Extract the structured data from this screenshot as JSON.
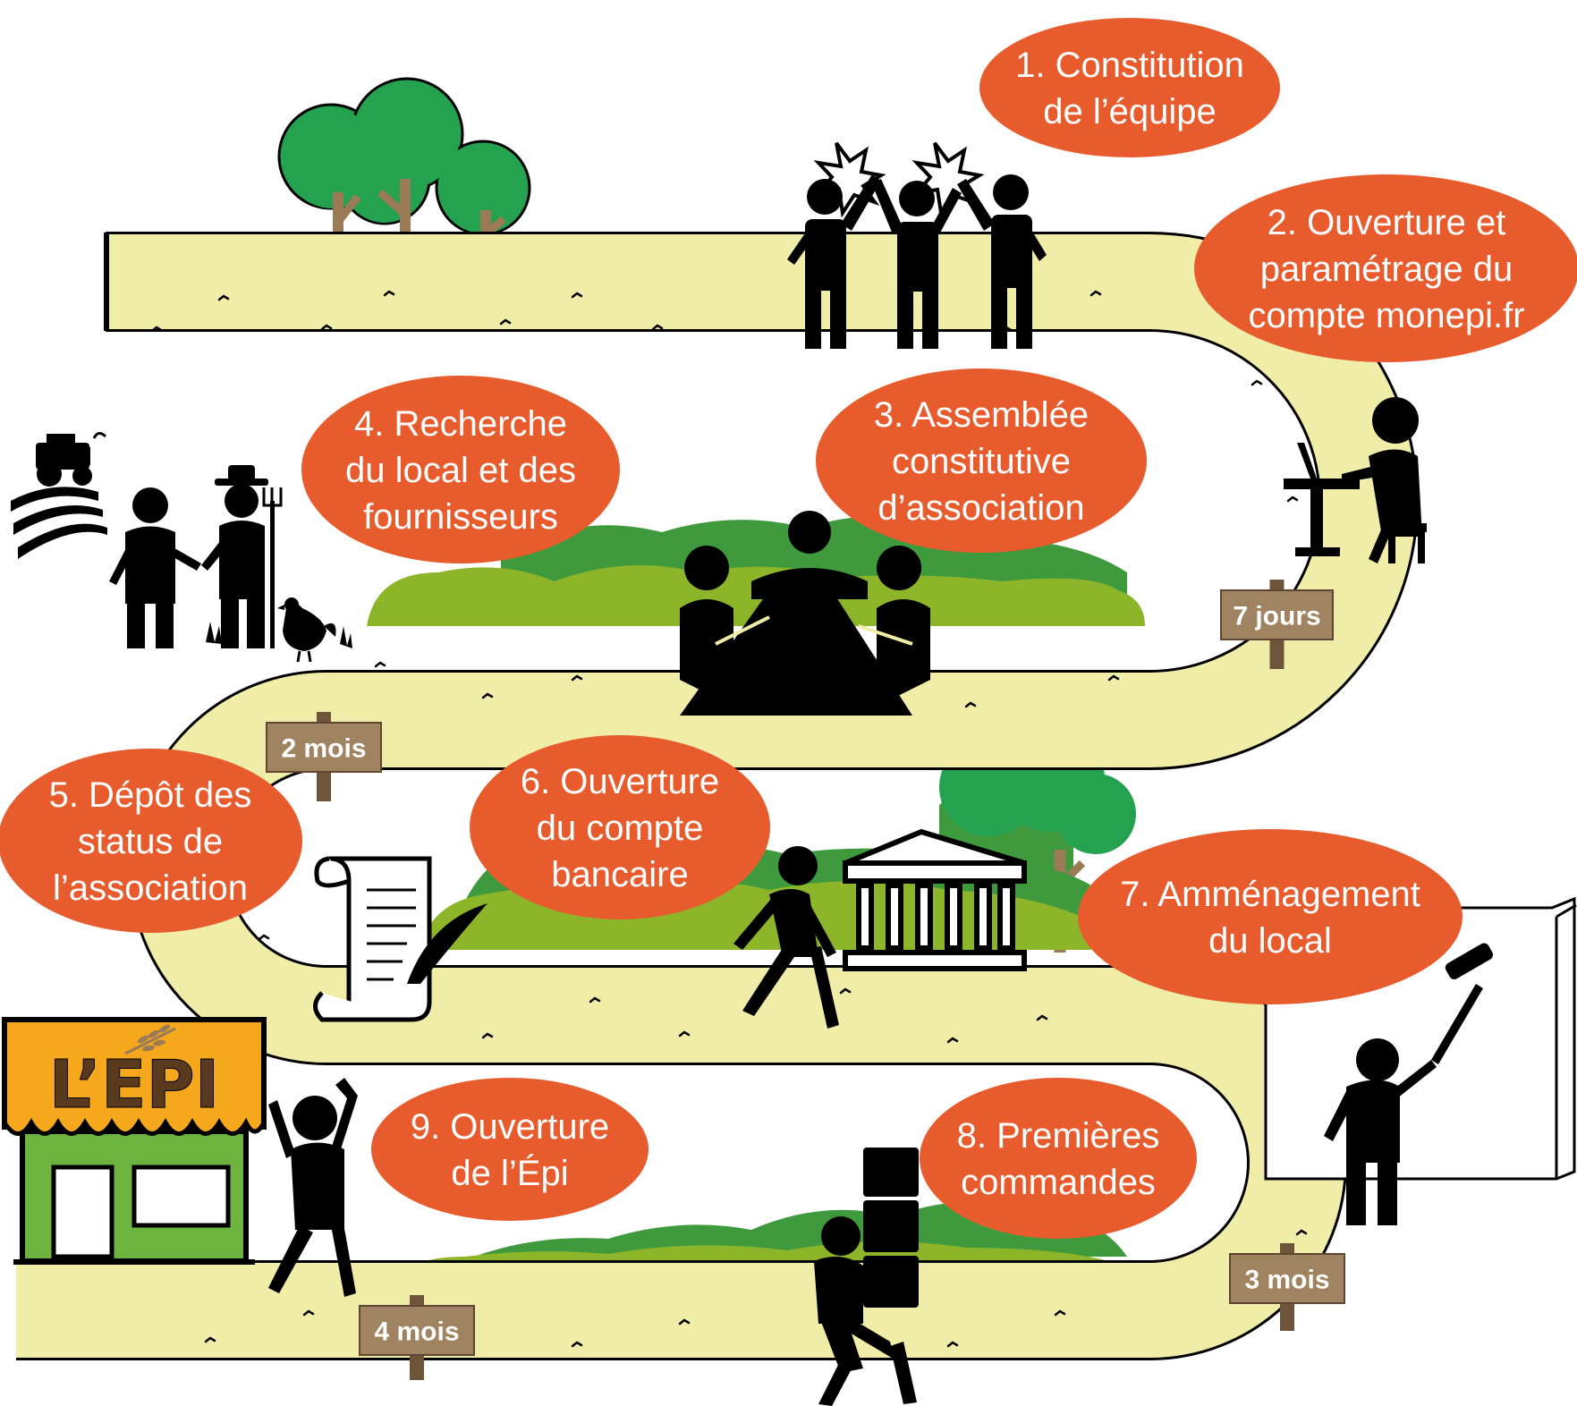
{
  "steps": [
    {
      "label_lines": [
        "1. Constitution",
        "de l’équipe"
      ]
    },
    {
      "label_lines": [
        "2. Ouverture et",
        "paramétrage du",
        "compte monepi.fr"
      ]
    },
    {
      "label_lines": [
        "3. Assemblée",
        "constitutive",
        "d’association"
      ]
    },
    {
      "label_lines": [
        "4. Recherche",
        "du local et des",
        "fournisseurs"
      ]
    },
    {
      "label_lines": [
        "5. Dépôt des",
        "status de",
        "l’association"
      ]
    },
    {
      "label_lines": [
        "6. Ouverture",
        "du compte",
        "bancaire"
      ]
    },
    {
      "label_lines": [
        "7. Amménagement",
        "du local"
      ]
    },
    {
      "label_lines": [
        "8. Premières",
        "commandes"
      ]
    },
    {
      "label_lines": [
        "9. Ouverture",
        "de l’Épi"
      ]
    }
  ],
  "durations": [
    {
      "label": "7 jours"
    },
    {
      "label": "2 mois"
    },
    {
      "label": "3 mois"
    },
    {
      "label": "4 mois"
    }
  ],
  "shop": {
    "sign": "L’EPI"
  },
  "colors": {
    "bubble": "#E85B2D",
    "road": "#F0EDA9",
    "hill_light": "#8DB52A",
    "hill_dark": "#3E9A3C",
    "tree": "#24A24F",
    "trunk": "#9A7B56",
    "sign_board": "#A08361",
    "sign_post": "#6E553A",
    "shop_awning": "#F5A81C",
    "shop_wall": "#6CB43F"
  },
  "icons": [
    "team-high-five-icon",
    "laptop-user-icon",
    "meeting-table-icon",
    "farmer-handshake-icon",
    "tractor-icon",
    "rooster-icon",
    "scroll-quill-icon",
    "bank-icon",
    "walking-person-icon",
    "painter-roller-icon",
    "carrying-boxes-icon",
    "cheering-person-icon",
    "shop-icon",
    "wheat-icon"
  ]
}
